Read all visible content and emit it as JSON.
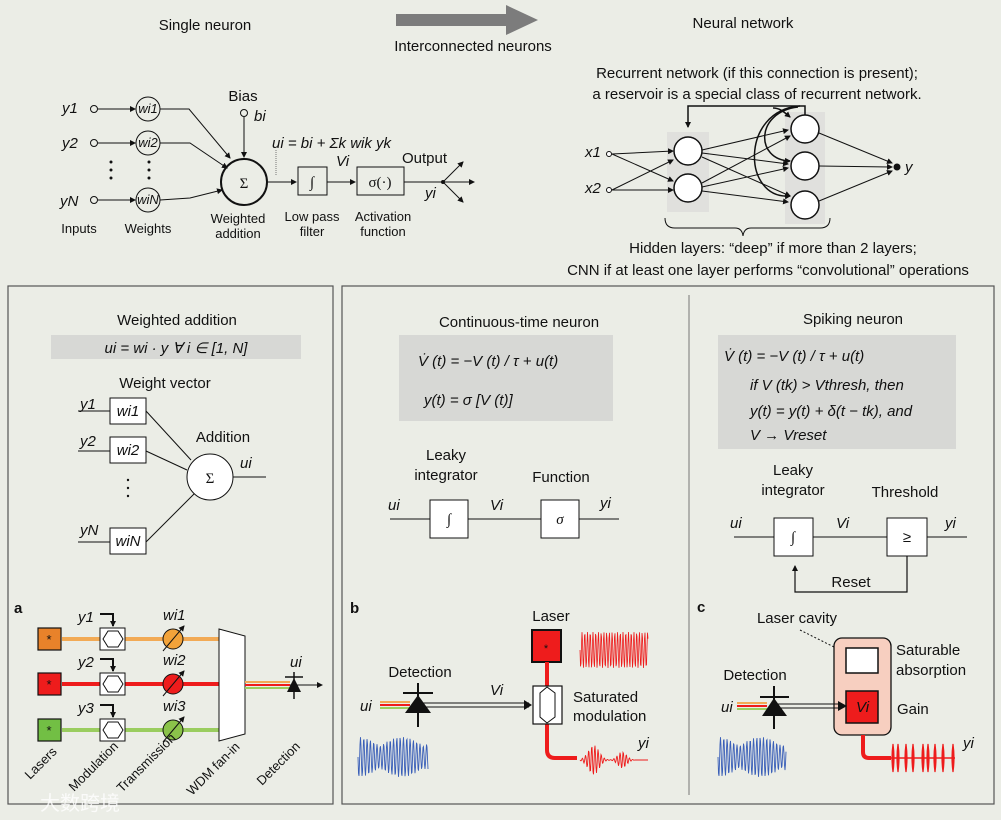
{
  "header": {
    "single_neuron_title": "Single neuron",
    "arrow_label": "Interconnected neurons",
    "neural_network_title": "Neural network"
  },
  "single_neuron": {
    "inputs": [
      "y1",
      "y2",
      "yN"
    ],
    "weights": [
      "wi1",
      "wi2",
      "wiN"
    ],
    "bias_label": "Bias",
    "bias_symbol": "bi",
    "sum_symbol": "Σ",
    "equation": "ui = bi + Σk wik yk",
    "integral_symbol": "∫",
    "v_label": "Vi",
    "activation_symbol": "σ(·)",
    "output_label": "Output",
    "y_out": "yi",
    "captions": {
      "inputs": "Inputs",
      "weights": "Weights",
      "weighted_addition": [
        "Weighted",
        "addition"
      ],
      "low_pass": [
        "Low pass",
        "filter"
      ],
      "activation": [
        "Activation",
        "function"
      ]
    }
  },
  "neural_network": {
    "recurrent_note": [
      "Recurrent network (if this connection is present);",
      "a reservoir is a special class of recurrent network."
    ],
    "inputs": [
      "x1",
      "x2"
    ],
    "output": "y",
    "hidden_note": [
      "Hidden layers: “deep” if more than 2 layers;",
      "CNN if at least one layer performs “convolutional” operations"
    ]
  },
  "panel_a": {
    "title": "Weighted addition",
    "equation": "ui = wi · y   ∀  i ∈ [1, N]",
    "weight_vector_label": "Weight vector",
    "addition_label": "Addition",
    "inputs": [
      "y1",
      "y2",
      "yN"
    ],
    "weights": [
      "wi1",
      "wi2",
      "wiN"
    ],
    "output": "ui",
    "letter": "a",
    "photonic": {
      "mod_inputs": [
        "y1",
        "y2",
        "y3"
      ],
      "weights": [
        "wi1",
        "wi2",
        "wi3"
      ],
      "output": "ui",
      "laser_colors": [
        "#e8822a",
        "#ee1c1c",
        "#72bf44"
      ],
      "line_colors": [
        "#f2aa55",
        "#ee1c1c",
        "#9acd5f"
      ],
      "stage_labels": [
        "Lasers",
        "Modulation",
        "Transmission",
        "WDM fan-in",
        "Detection"
      ]
    }
  },
  "panel_b": {
    "title": "Continuous-time neuron",
    "equation_lines": [
      "V̇ (t) = −V (t) / τ + u(t)",
      "y(t) = σ [V (t)]"
    ],
    "leaky_label": [
      "Leaky",
      "integrator"
    ],
    "function_label": "Function",
    "u": "ui",
    "v": "Vi",
    "y": "yi",
    "integral_symbol": "∫",
    "sigma_symbol": "σ",
    "letter": "b",
    "photonic": {
      "laser_label": "Laser",
      "detection_label": "Detection",
      "modulation_label": [
        "Saturated",
        "modulation"
      ],
      "u": "ui",
      "v": "Vi",
      "y": "yi"
    }
  },
  "panel_c": {
    "title": "Spiking neuron",
    "equation_lines": [
      "V̇ (t) = −V (t) / τ + u(t)",
      "if V (tk) > Vthresh, then",
      "y(t) = y(t) + δ(t − tk), and",
      "V → Vreset"
    ],
    "leaky_label": [
      "Leaky",
      "integrator"
    ],
    "threshold_label": "Threshold",
    "reset_label": "Reset",
    "u": "ui",
    "v": "Vi",
    "y": "yi",
    "integral_symbol": "∫",
    "threshold_symbol": "≥",
    "letter": "c",
    "photonic": {
      "cavity_label": "Laser cavity",
      "absorber_label": [
        "Saturable",
        "absorption"
      ],
      "gain_label": "Gain",
      "detection_label": "Detection",
      "u": "ui",
      "v": "Vi",
      "y": "yi"
    }
  },
  "watermark": "大数跨境",
  "colors": {
    "background": "#ebede6",
    "equation_box": "#d7d8d5",
    "arrow": "#7c7c7c",
    "cavity": "#f7cfc0",
    "wave_blue": "#3a5fb8",
    "red": "#ee1c1c"
  }
}
